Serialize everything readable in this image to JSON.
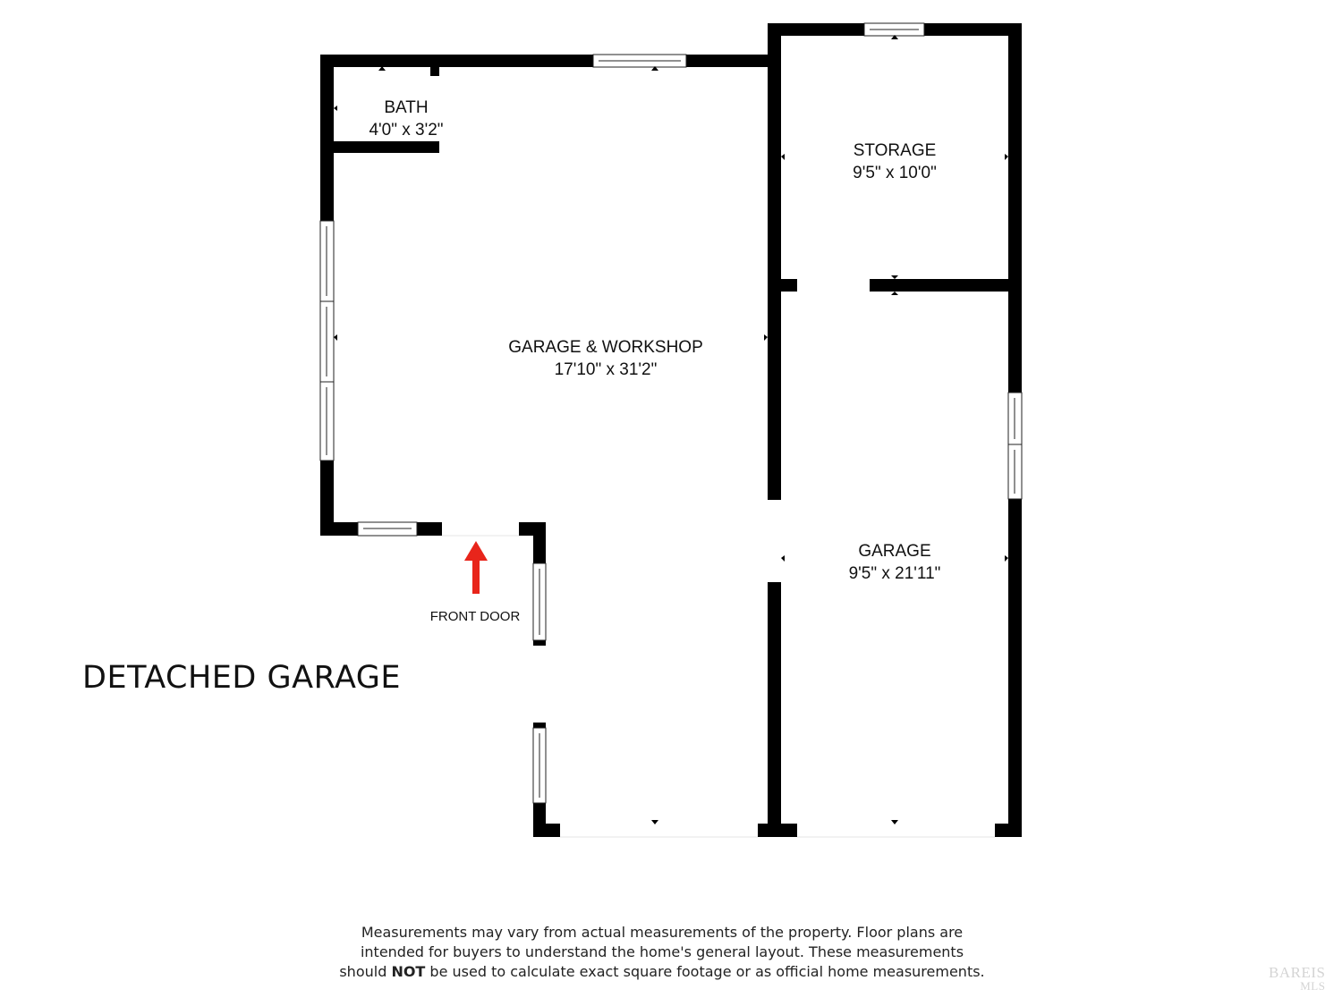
{
  "plan_title": "DETACHED GARAGE",
  "rooms": [
    {
      "name": "BATH",
      "dimensions": "4'0\" x 3'2\""
    },
    {
      "name": "STORAGE",
      "dimensions": "9'5\" x 10'0\""
    },
    {
      "name": "GARAGE & WORKSHOP",
      "dimensions": "17'10\" x 31'2\""
    },
    {
      "name": "GARAGE",
      "dimensions": "9'5\" x 21'11\""
    }
  ],
  "entry": {
    "label": "FRONT DOOR",
    "arrow_color": "#e8251b"
  },
  "disclaimer": {
    "line1": "Measurements may vary from actual measurements of the property. Floor plans are",
    "line2": "intended for buyers to understand the home's general layout. These measurements",
    "line3_pre": "should ",
    "line3_bold": "NOT",
    "line3_post": " be used to calculate exact square footage or as official home measurements."
  },
  "watermark": {
    "line1": "BAREIS",
    "line2": "MLS"
  },
  "colors": {
    "wall": "#000000",
    "background": "#ffffff",
    "arrow": "#e8251b",
    "text": "#111111"
  }
}
